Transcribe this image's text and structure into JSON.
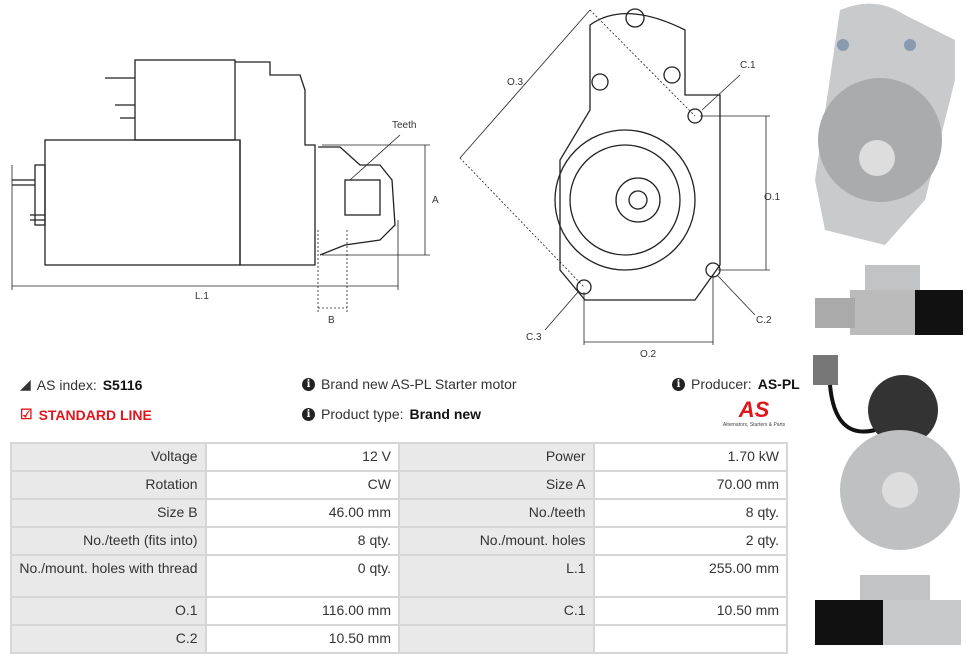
{
  "diagram": {
    "teeth": "Teeth",
    "a": "A",
    "l1": "L.1",
    "b": "B",
    "o3": "O.3",
    "c1": "C.1",
    "o1": "O.1",
    "c2": "C.2",
    "c3": "C.3",
    "o2": "O.2"
  },
  "info": {
    "as_index_label": "AS index:",
    "as_index_value": "S5116",
    "line": "STANDARD LINE",
    "description": "Brand new AS-PL Starter motor",
    "product_type_label": "Product type:",
    "product_type_value": "Brand new",
    "producer_label": "Producer:",
    "producer_value": "AS-PL",
    "logo_text": "AS",
    "logo_tagline": "Alternators, Starters & Parts",
    "accent": "#e0161b"
  },
  "specs": [
    {
      "l1": "Voltage",
      "v1": "12 V",
      "l2": "Power",
      "v2": "1.70 kW"
    },
    {
      "l1": "Rotation",
      "v1": "CW",
      "l2": "Size A",
      "v2": "70.00 mm"
    },
    {
      "l1": "Size B",
      "v1": "46.00 mm",
      "l2": "No./teeth",
      "v2": "8 qty."
    },
    {
      "l1": "No./teeth (fits into)",
      "v1": "8 qty.",
      "l2": "No./mount. holes",
      "v2": "2 qty."
    },
    {
      "l1": "No./mount. holes with thread",
      "v1": "0 qty.",
      "l2": "L.1",
      "v2": "255.00 mm"
    },
    {
      "l1": "O.1",
      "v1": "116.00 mm",
      "l2": "C.1",
      "v2": "10.50 mm"
    },
    {
      "l1": "C.2",
      "v1": "10.50 mm",
      "l2": "",
      "v2": ""
    }
  ]
}
